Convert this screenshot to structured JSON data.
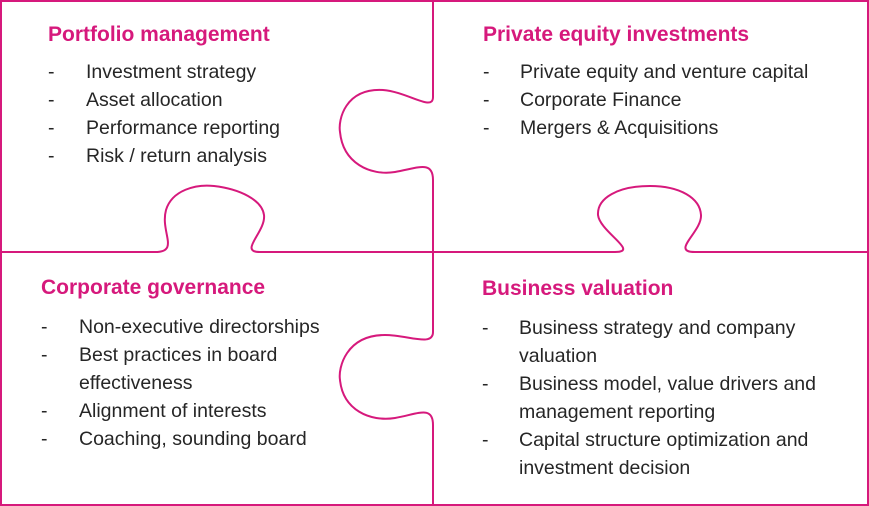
{
  "colors": {
    "accent": "#d6197c",
    "text": "#262626",
    "background": "#ffffff"
  },
  "list_marker": "-",
  "quadrants": {
    "top_left": {
      "title": "Portfolio management",
      "items": [
        "Investment strategy",
        "Asset allocation",
        "Performance reporting",
        "Risk / return analysis"
      ]
    },
    "top_right": {
      "title": "Private equity investments",
      "items": [
        "Private equity and venture capital",
        "Corporate Finance",
        "Mergers & Acquisitions"
      ]
    },
    "bottom_left": {
      "title": "Corporate governance",
      "items": [
        "Non-executive directorships",
        "Best practices in board effectiveness",
        "Alignment of interests",
        "Coaching, sounding board"
      ]
    },
    "bottom_right": {
      "title": "Business valuation",
      "items": [
        "Business strategy and company valuation",
        "Business model, value drivers and management reporting",
        "Capital structure optimization and investment decision"
      ]
    }
  }
}
